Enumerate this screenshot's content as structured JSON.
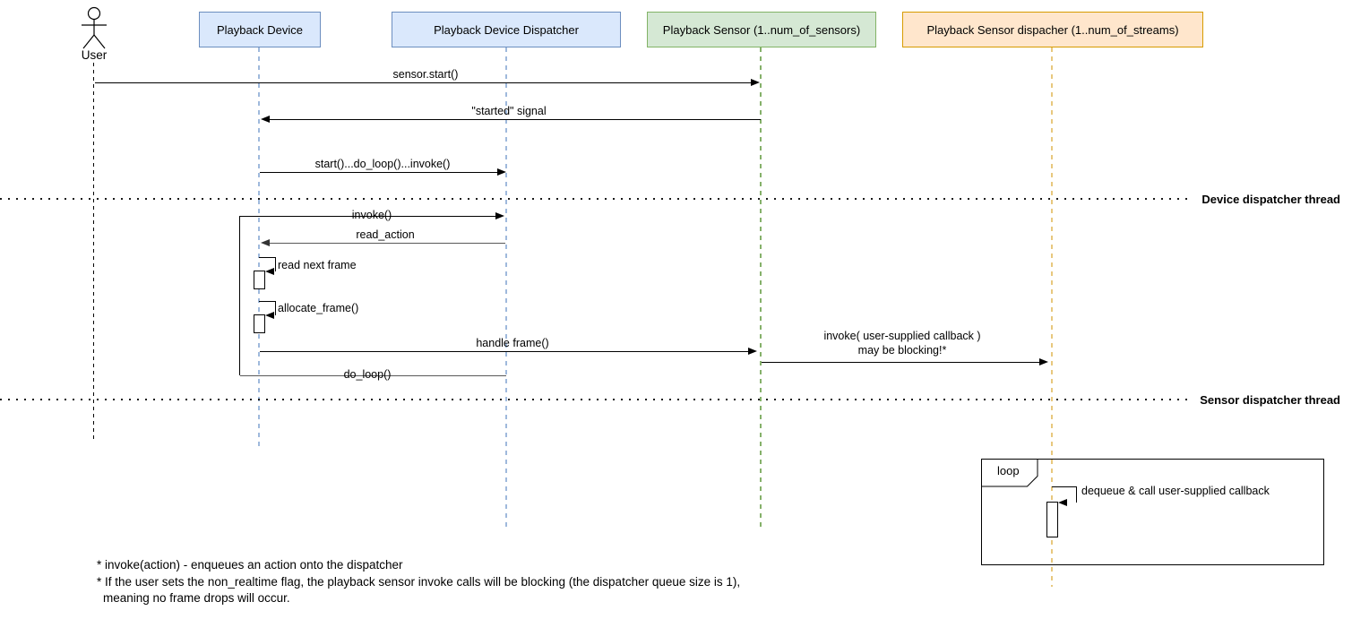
{
  "diagram_type": "uml-sequence-diagram",
  "actor": {
    "name": "User"
  },
  "participants": [
    {
      "name": "Playback Device",
      "fill": "#dae8fc",
      "border": "#6c8ebf"
    },
    {
      "name": "Playback Device Dispatcher",
      "fill": "#dae8fc",
      "border": "#6c8ebf"
    },
    {
      "name": "Playback Sensor (1..num_of_sensors)",
      "fill": "#d5e8d4",
      "border": "#82b366"
    },
    {
      "name": "Playback Sensor dispacher (1..num_of_streams)",
      "fill": "#ffe6cc",
      "border": "#d79b00"
    }
  ],
  "messages": {
    "sensor_start": "sensor.start()",
    "started_signal": "\"started\" signal",
    "start_do_loop_invoke": "start()...do_loop()...invoke()",
    "invoke": "invoke()",
    "read_action": "read_action",
    "read_next_frame": "read next frame",
    "allocate_frame": "allocate_frame()",
    "handle_frame": "handle frame()",
    "invoke_callback_line1": "invoke( user-supplied callback )",
    "invoke_callback_line2": "may be blocking!*",
    "do_loop": "do_loop()",
    "dequeue_callback": "dequeue & call user-supplied callback"
  },
  "dividers": [
    {
      "label": "Device dispatcher thread"
    },
    {
      "label": "Sensor dispatcher thread"
    }
  ],
  "loop_fragment": {
    "label": "loop"
  },
  "footnotes": [
    "* invoke(action) - enqueues an action onto the dispatcher",
    "* If the user sets the non_realtime flag, the playback sensor invoke calls will be blocking (the dispatcher queue size is 1),",
    "meaning no frame drops will occur."
  ]
}
